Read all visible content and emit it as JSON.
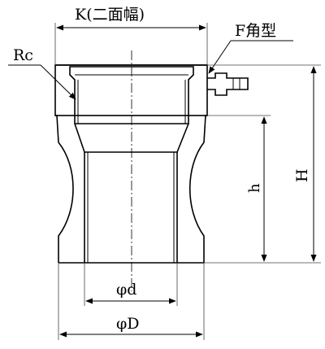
{
  "labels": {
    "k": "K(二面幅)",
    "f": "F角型",
    "rc": "Rc",
    "h_small": "h",
    "h_large": "H",
    "d_small": "φd",
    "d_large": "φD"
  },
  "colors": {
    "ink": "#000000",
    "background": "#ffffff"
  }
}
